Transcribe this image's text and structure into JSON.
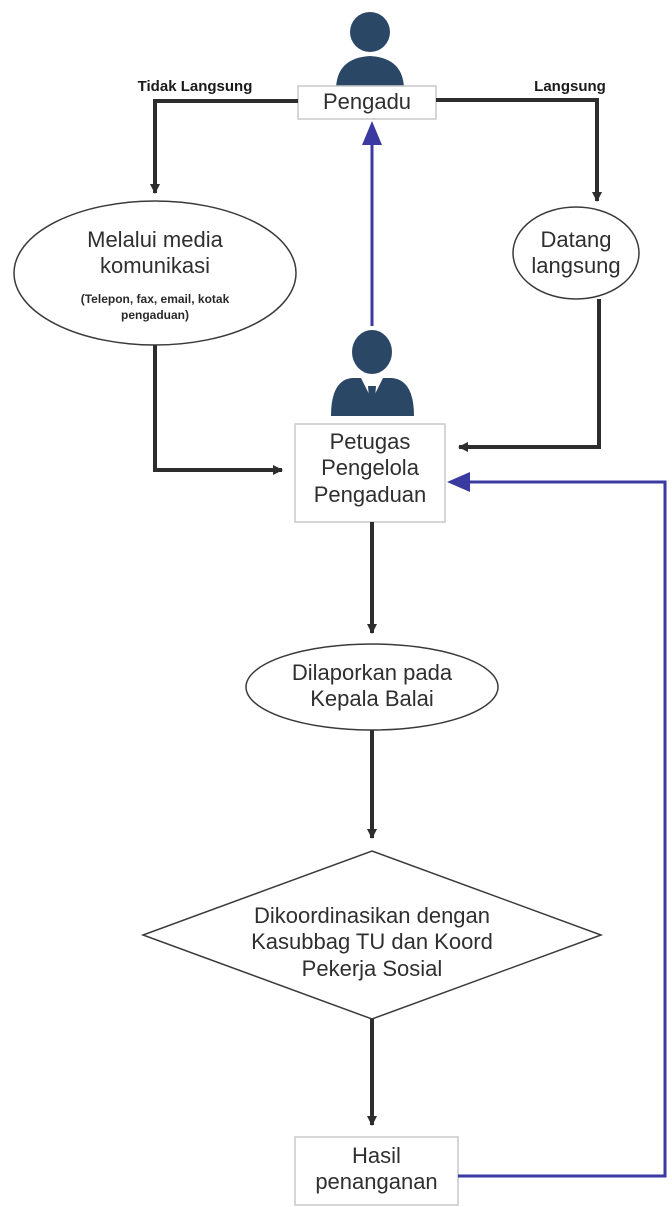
{
  "nodes": {
    "pengadu": "Pengadu",
    "media": "Melalui media komunikasi",
    "media_note": "(Telepon, fax, email, kotak pengaduan)",
    "datang": "Datang langsung",
    "petugas": "Petugas Pengelola Pengaduan",
    "dilaporkan": "Dilaporkan pada Kepala Balai",
    "dikoordinasikan": "Dikoordinasikan dengan Kasubbag TU dan Koord Pekerja Sosial",
    "hasil": "Hasil penanganan"
  },
  "edges": {
    "tidak_langsung": "Tidak Langsung",
    "langsung": "Langsung"
  },
  "icons": {
    "complainant": "person-icon",
    "officer": "officer-person-icon"
  },
  "colors": {
    "arrow_dark": "#2d2d2d",
    "arrow_feedback": "#3a3aa0",
    "person": "#2b4766",
    "box_border": "#c9c9c9",
    "shape_stroke": "#3a3a3a"
  }
}
